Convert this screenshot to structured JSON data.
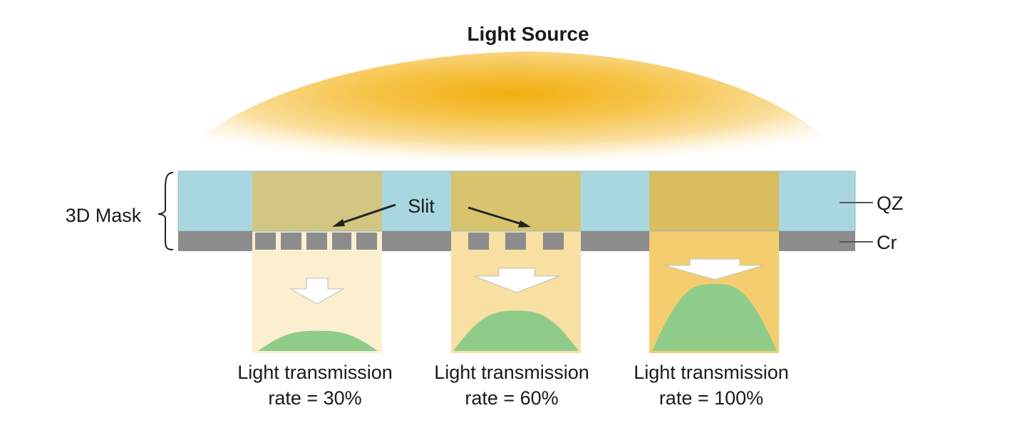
{
  "title": "Light Source",
  "mask": {
    "label": "3D Mask",
    "slit_label": "Slit",
    "qz_label": "QZ",
    "cr_label": "Cr"
  },
  "colors": {
    "light_core": "#f3b41a",
    "quartz": "#a9d7df",
    "chrome": "#8c8c8c",
    "beam": "#f2c555",
    "profile": "#8fcc8a",
    "arrow": "#ffffff"
  },
  "panels": [
    {
      "line1": "Light transmission",
      "line2": "rate = 30%",
      "rate": 0.3
    },
    {
      "line1": "Light transmission",
      "line2": "rate = 60%",
      "rate": 0.6
    },
    {
      "line1": "Light transmission",
      "line2": "rate = 100%",
      "rate": 1.0
    }
  ]
}
